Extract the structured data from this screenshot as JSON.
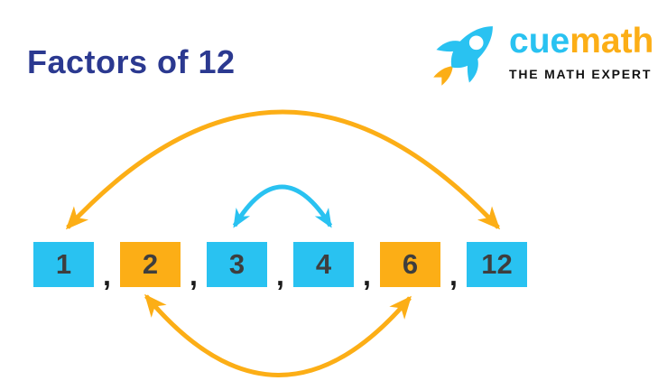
{
  "page": {
    "background_color": "#FFFFFF"
  },
  "heading": {
    "text": "Factors of 12",
    "color": "#2B3990"
  },
  "logo": {
    "brand": {
      "part1": "cue",
      "part2": "math"
    },
    "tagline": "THE MATH EXPERT",
    "rocket_icon": "rocket with white window and orange flame, tilted up-right"
  },
  "factors": {
    "of": "12",
    "separator": ",",
    "items": [
      {
        "value": "1",
        "color": "cyan"
      },
      {
        "value": "2",
        "color": "orange"
      },
      {
        "value": "3",
        "color": "cyan"
      },
      {
        "value": "4",
        "color": "cyan"
      },
      {
        "value": "6",
        "color": "orange"
      },
      {
        "value": "12",
        "color": "cyan"
      }
    ]
  },
  "factor_pair_arrows": [
    {
      "from": "1",
      "to": "12",
      "color": "orange",
      "arc": "top"
    },
    {
      "from": "3",
      "to": "4",
      "color": "cyan",
      "arc": "top"
    },
    {
      "from": "2",
      "to": "6",
      "color": "orange",
      "arc": "bottom"
    }
  ],
  "colors": {
    "cyan": "#29C2F1",
    "orange": "#FCAE16",
    "navy": "#2B3990",
    "digit": "#3E3E3E",
    "comma": "#1B1B1B",
    "tagline": "#121212"
  }
}
